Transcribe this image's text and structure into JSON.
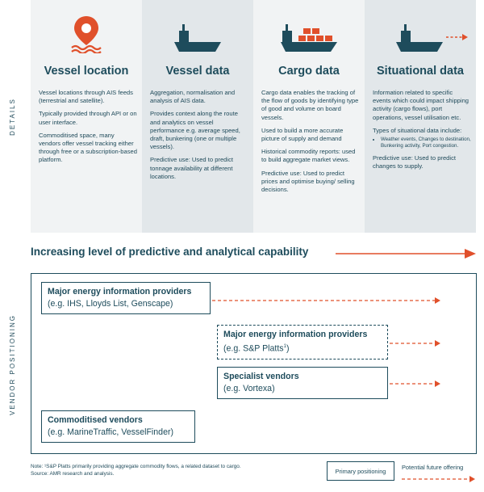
{
  "side_labels": {
    "details": "DETAILS",
    "vendor": "VENDOR POSITIONING"
  },
  "columns": [
    {
      "title": "Vessel location",
      "icon": "location-pin-icon",
      "paragraphs": [
        "Vessel locations through AIS feeds (terrestrial and satellite).",
        "Typically provided through API or on user interface.",
        "Commoditised space, many vendors offer vessel tracking either through free or a subscription-based platform."
      ]
    },
    {
      "title": "Vessel data",
      "icon": "ship-icon",
      "paragraphs": [
        "Aggregation, normalisation and analysis of AIS data.",
        "Provides context along the route and analytics on vessel performance e.g. average speed, draft, bunkering (one or multiple vessels).",
        "Predictive use: Used to predict tonnage availability at different locations."
      ]
    },
    {
      "title": "Cargo data",
      "icon": "container-ship-icon",
      "paragraphs": [
        "Cargo data enables the tracking of the flow of goods by identifying type of good and volume on board vessels.",
        "Used to build a more accurate picture of supply and demand",
        "Historical commodity reports: used to build aggregate market views.",
        "Predictive use: Used to predict prices and optimise buying/ selling decisions."
      ]
    },
    {
      "title": "Situational data",
      "icon": "ship-icon",
      "paragraphs": [
        "Information related to specific events which could impact shipping activity (cargo flows), port operations, vessel utilisation etc.",
        "Types of situational data include:"
      ],
      "bullets": [
        "Weather events, Changes to destination, Bunkering activity, Port congestion."
      ],
      "after": "Predictive use: Used to predict changes to supply."
    }
  ],
  "headline": "Increasing level of predictive and analytical capability",
  "vendors": [
    {
      "title": "Major energy information providers",
      "subtitle": "(e.g. IHS, Lloyds List, Genscape)"
    },
    {
      "title": "Major energy information providers",
      "subtitle": "(e.g. S&P Platts",
      "sup": "1",
      "suffix": ")"
    },
    {
      "title": "Specialist vendors",
      "subtitle": "(e.g. Vortexa)"
    },
    {
      "title": "Commoditised vendors",
      "subtitle": "(e.g. MarineTraffic, VesselFinder)"
    }
  ],
  "note": {
    "line1": "Note: ¹S&P Platts primarily providing aggregate commodity flows, a related dataset to cargo.",
    "line2": "Source: AMR research and analysis."
  },
  "legend": {
    "primary": "Primary positioning",
    "future": "Potential future offering"
  },
  "colors": {
    "dark_teal": "#1e4c5c",
    "orange": "#e0502b",
    "panel_light": "#f1f3f4",
    "panel_dark": "#e2e7ea"
  }
}
